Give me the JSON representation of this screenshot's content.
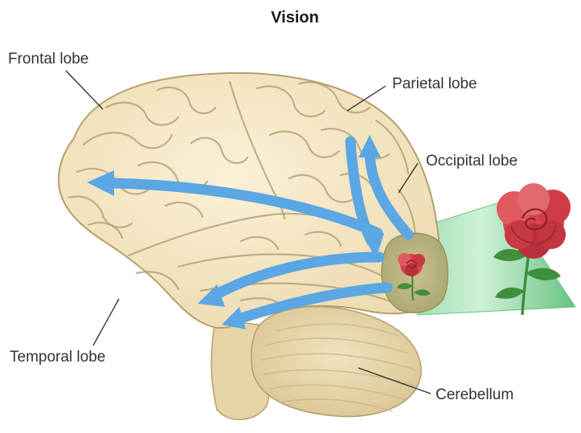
{
  "diagram": {
    "title": "Vision",
    "labels": {
      "frontal": "Frontal lobe",
      "parietal": "Parietal lobe",
      "occipital": "Occipital lobe",
      "temporal": "Temporal lobe",
      "cerebellum": "Cerebellum"
    }
  },
  "colors": {
    "brain_fill": "#f4e6c2",
    "brain_outline": "#b59f6f",
    "gyrus_line": "#b39f74",
    "cerebellum_fill": "#e9d7ad",
    "stem_fill": "#e6d3a6",
    "arrow": "#5aa7e4",
    "visual_field": "#7fcf95",
    "rose_petal": "#d6454e",
    "rose_leaf": "#3f8f3d",
    "leader": "#2a2a2a",
    "label_text": "#333333"
  }
}
